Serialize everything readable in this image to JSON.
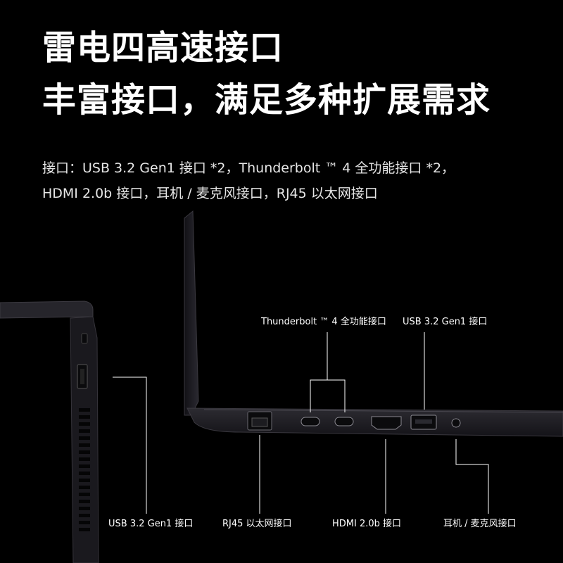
{
  "headline": {
    "line1": "雷电四高速接口",
    "line2": "丰富接口，满足多种扩展需求"
  },
  "description": {
    "line1": "接口：USB 3.2 Gen1 接口 *2，Thunderbolt ™ 4 全功能接口 *2，",
    "line2": "HDMI 2.0b 接口，耳机 / 麦克风接口，RJ45 以太网接口"
  },
  "callouts": {
    "thunderbolt": "Thunderbolt ™ 4 全功能接口",
    "usb_right": "USB 3.2 Gen1 接口",
    "usb_left": "USB 3.2 Gen1 接口",
    "rj45": "RJ45 以太网接口",
    "hdmi": "HDMI 2.0b 接口",
    "audio": "耳机 / 麦克风接口"
  },
  "colors": {
    "background": "#000000",
    "text": "#ffffff",
    "laptop_body": "#1b1a1f",
    "laptop_edge": "#3a383f",
    "leader_line": "#ffffff"
  }
}
